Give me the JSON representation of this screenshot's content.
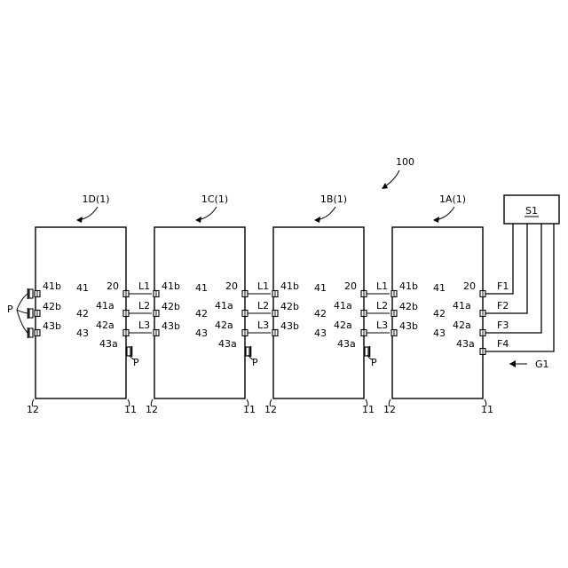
{
  "figure_label": "100",
  "direction_label": "G1",
  "controller": {
    "label": "S1"
  },
  "modules": [
    {
      "id": "1D(1)",
      "end_left": "12",
      "end_right": "11"
    },
    {
      "id": "1C(1)",
      "end_left": "12",
      "end_right": "11"
    },
    {
      "id": "1B(1)",
      "end_left": "12",
      "end_right": "11"
    },
    {
      "id": "1A(1)",
      "end_left": "12",
      "end_right": "11"
    }
  ],
  "conductor_labels": {
    "c41": "41",
    "c42": "42",
    "c43": "43",
    "c41a": "41a",
    "c41b": "41b",
    "c42a": "42a",
    "c42b": "42b",
    "c43a": "43a",
    "c43b": "43b",
    "c20": "20"
  },
  "link_labels": [
    "L1",
    "L2",
    "L3"
  ],
  "feed_labels": [
    "F1",
    "F2",
    "F3",
    "F4"
  ],
  "plug_label": "P"
}
